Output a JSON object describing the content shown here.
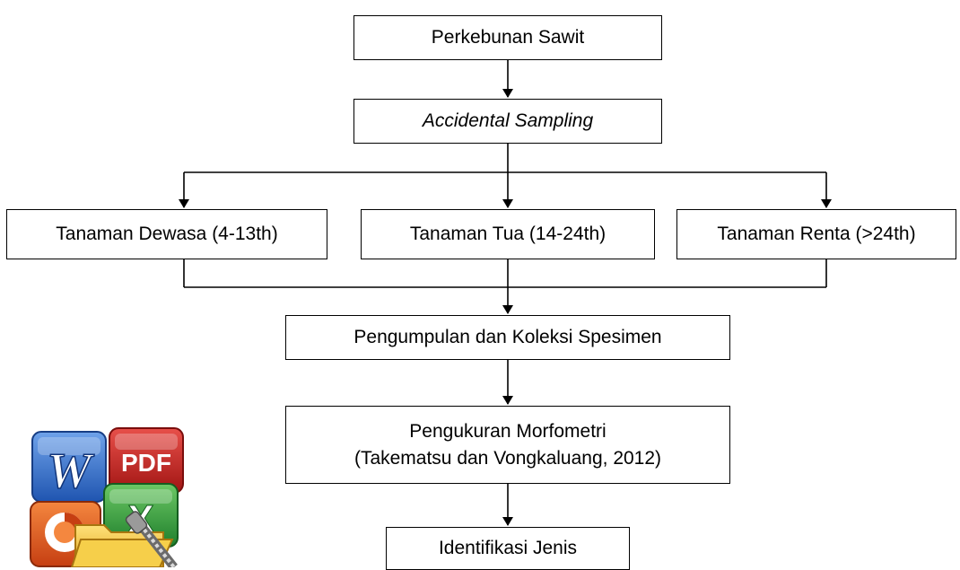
{
  "flowchart": {
    "nodes": {
      "perkebunan": "Perkebunan Sawit",
      "sampling": "Accidental Sampling",
      "dewasa": "Tanaman Dewasa (4-13th)",
      "tua": "Tanaman Tua (14-24th)",
      "renta": "Tanaman Renta (>24th)",
      "pengumpulan": "Pengumpulan dan Koleksi Spesimen",
      "pengukuran_line1": "Pengukuran Morfometri",
      "pengukuran_line2": "(Takematsu dan Vongkaluang, 2012)",
      "identifikasi": "Identifikasi Jenis"
    }
  },
  "logo": {
    "word_letter": "W",
    "pdf_text": "PDF",
    "excel_letter": "X",
    "colors": {
      "word": "#2f6fc9",
      "pdf": "#c8201e",
      "excel": "#2f9a3a",
      "powerpoint": "#e2561c",
      "folder": "#f2c23a"
    }
  }
}
